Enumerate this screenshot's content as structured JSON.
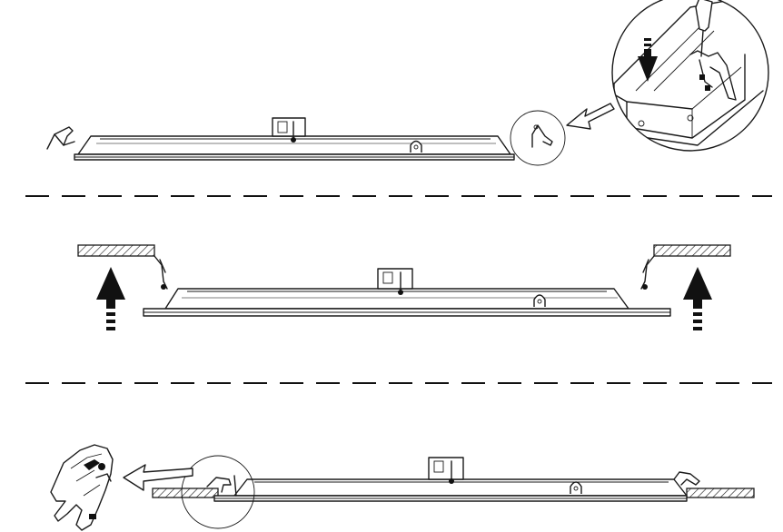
{
  "diagram": {
    "steps": [
      {
        "id": "step-1",
        "description_shown": false
      },
      {
        "id": "step-2",
        "description_shown": false
      },
      {
        "id": "step-3",
        "description_shown": false
      }
    ],
    "colors": {
      "line": "#1a1a1a",
      "fill": "#ffffff",
      "arrow": "#111111"
    },
    "icons": [
      "spring-clip-icon",
      "screwdriver-icon",
      "hand-icon",
      "up-arrow-icon",
      "down-arrow-icon",
      "pointer-arrow-icon"
    ]
  }
}
